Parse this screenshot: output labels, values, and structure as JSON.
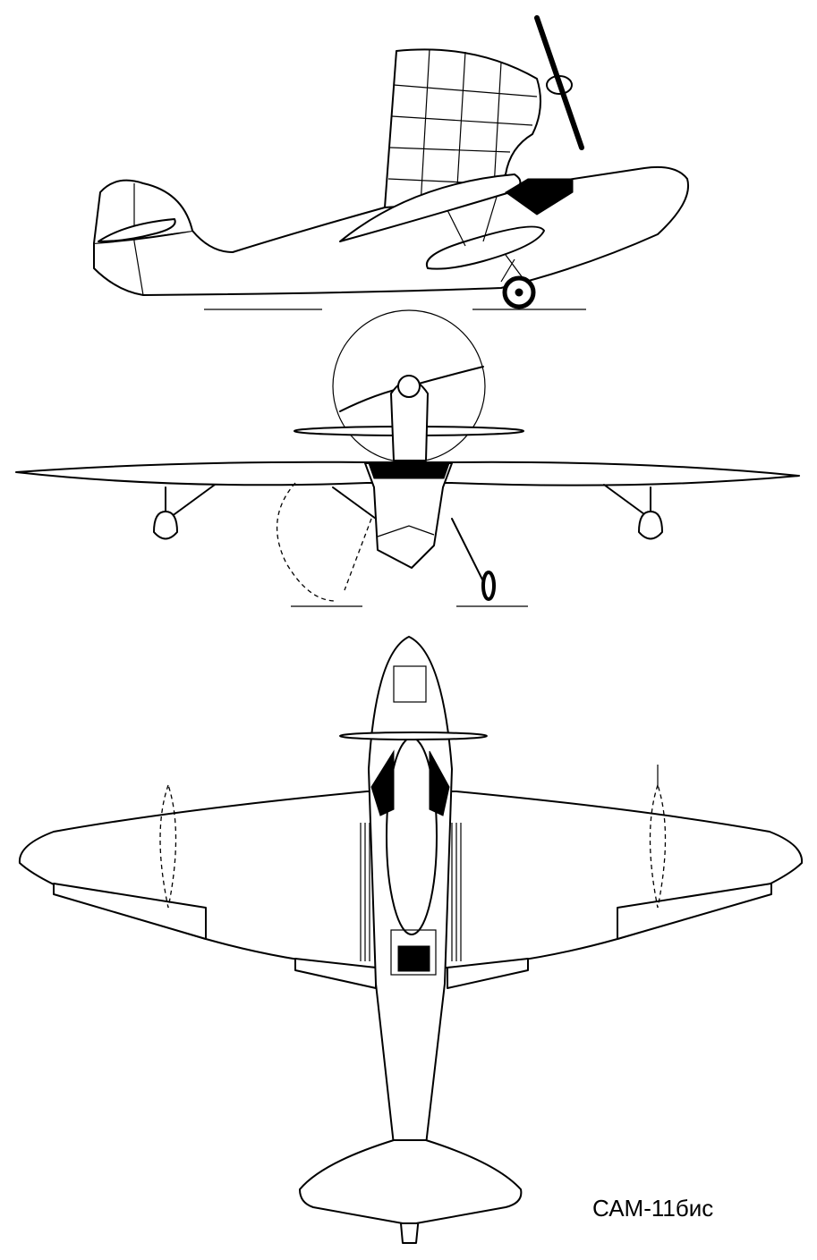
{
  "diagram": {
    "type": "aircraft three-view drawing",
    "views": [
      "side",
      "front",
      "top"
    ],
    "label": "САМ-11бис",
    "line_color": "#000000",
    "background": "#ffffff"
  }
}
